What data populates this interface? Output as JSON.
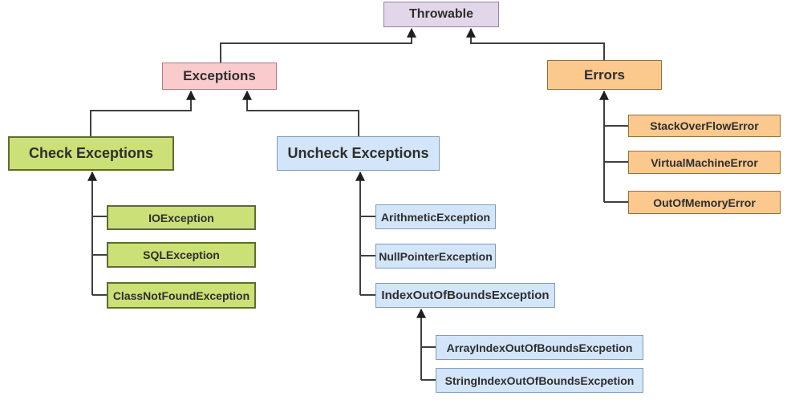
{
  "diagram": {
    "title": "Java Throwable hierarchy",
    "palette": {
      "purple_fill": "#e2d6e9",
      "purple_border": "#9a7fb0",
      "pink_fill": "#f9cbcd",
      "pink_border": "#b37a7d",
      "orange_fill": "#fbc98d",
      "orange_border": "#8f7140",
      "green_fill": "#cbe077",
      "green_border": "#5e6b33",
      "blue_fill": "#d3e5f8",
      "blue_border": "#7e9bbf",
      "connector": "#3f3f3f",
      "text": "#2e2e2e"
    },
    "nodes": {
      "throwable": {
        "label": "Throwable"
      },
      "exceptions": {
        "label": "Exceptions"
      },
      "errors": {
        "label": "Errors"
      },
      "check_exceptions": {
        "label": "Check Exceptions"
      },
      "uncheck_exceptions": {
        "label": "Uncheck Exceptions"
      },
      "io_exception": {
        "label": "IOException"
      },
      "sql_exception": {
        "label": "SQLException"
      },
      "class_not_found": {
        "label": "ClassNotFoundException"
      },
      "arithmetic": {
        "label": "ArithmeticException"
      },
      "null_pointer": {
        "label": "NullPointerException"
      },
      "index_oob": {
        "label": "IndexOutOfBoundsException"
      },
      "array_index_oob": {
        "label": "ArrayIndexOutOfBoundsExcpetion"
      },
      "string_index_oob": {
        "label": "StringIndexOutOfBoundsExcpetion"
      },
      "stack_overflow": {
        "label": "StackOverFlowError"
      },
      "virtual_machine": {
        "label": "VirtualMachineError"
      },
      "out_of_memory": {
        "label": "OutOfMemoryError"
      }
    },
    "edges": [
      {
        "from": "exceptions",
        "to": "throwable"
      },
      {
        "from": "errors",
        "to": "throwable"
      },
      {
        "from": "check_exceptions",
        "to": "exceptions"
      },
      {
        "from": "uncheck_exceptions",
        "to": "exceptions"
      },
      {
        "from": "io_exception",
        "to": "check_exceptions"
      },
      {
        "from": "sql_exception",
        "to": "check_exceptions"
      },
      {
        "from": "class_not_found",
        "to": "check_exceptions"
      },
      {
        "from": "arithmetic",
        "to": "uncheck_exceptions"
      },
      {
        "from": "null_pointer",
        "to": "uncheck_exceptions"
      },
      {
        "from": "index_oob",
        "to": "uncheck_exceptions"
      },
      {
        "from": "array_index_oob",
        "to": "index_oob"
      },
      {
        "from": "string_index_oob",
        "to": "index_oob"
      },
      {
        "from": "stack_overflow",
        "to": "errors"
      },
      {
        "from": "virtual_machine",
        "to": "errors"
      },
      {
        "from": "out_of_memory",
        "to": "errors"
      }
    ]
  }
}
